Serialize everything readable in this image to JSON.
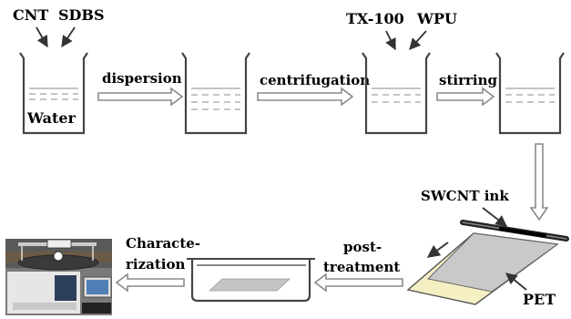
{
  "labels": {
    "cnt": "CNT",
    "sdbs": "SDBS",
    "water": "Water",
    "dispersion": "dispersion",
    "centrifugation": "centrifugation",
    "tx100": "TX-100",
    "wpu": "WPU",
    "stirring": "stirring",
    "swcnt_ink": "SWCNT  ink",
    "pet": "PET",
    "post_line1": "post-",
    "post_line2": "treatment",
    "char_line1": "Characte-",
    "char_line2": "rization"
  },
  "colors": {
    "beaker": "#444444",
    "process_arrow": "#8a8a8a",
    "film_base": "#f5efc4",
    "film_coating": "#c9c9c9",
    "rod": "#222222"
  },
  "icons": {
    "instrument": "characterization-instrument-photo"
  }
}
